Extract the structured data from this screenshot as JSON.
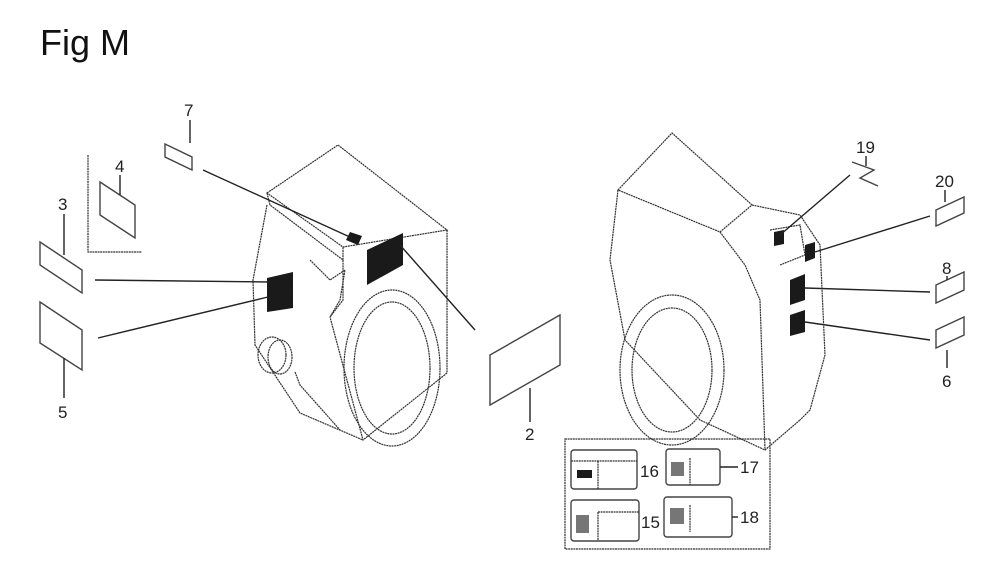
{
  "title": "Fig M",
  "callouts": {
    "c2": "2",
    "c3": "3",
    "c4": "4",
    "c5": "5",
    "c6": "6",
    "c7": "7",
    "c8": "8",
    "c15": "15",
    "c16": "16",
    "c17": "17",
    "c18": "18",
    "c19": "19",
    "c20": "20"
  }
}
